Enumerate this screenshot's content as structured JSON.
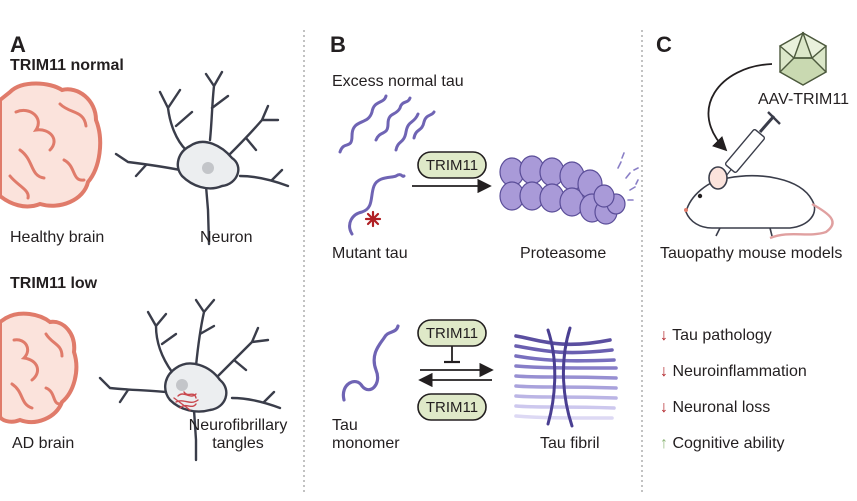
{
  "panels": {
    "a": {
      "letter": "A",
      "normal_heading": "TRIM11 normal",
      "healthy_brain": "Healthy brain",
      "neuron": "Neuron",
      "low_heading": "TRIM11 low",
      "ad_brain": "AD brain",
      "tangles_line1": "Neurofibrillary",
      "tangles_line2": "tangles"
    },
    "b": {
      "letter": "B",
      "excess_tau": "Excess normal tau",
      "mutant_tau": "Mutant tau",
      "trim11_degrade": "TRIM11",
      "proteasome": "Proteasome",
      "tau_monomer_line1": "Tau",
      "tau_monomer_line2": "monomer",
      "trim11_inhibit": "TRIM11",
      "trim11_disaggregate": "TRIM11",
      "tau_fibril": "Tau fibril"
    },
    "c": {
      "letter": "C",
      "aav": "AAV-TRIM11",
      "mouse_models": "Tauopathy mouse models",
      "effects": [
        {
          "arrow": "↓",
          "text": "Tau pathology"
        },
        {
          "arrow": "↓",
          "text": "Neuroinflammation"
        },
        {
          "arrow": "↓",
          "text": "Neuronal loss"
        },
        {
          "arrow": "↑",
          "text": "Cognitive ability"
        }
      ]
    }
  },
  "colors": {
    "brain_fill": "#fbe3dc",
    "brain_stroke": "#e07b6a",
    "neuron_fill": "#eceef0",
    "neuron_stroke": "#3a3d4a",
    "tau": "#6f64b4",
    "pill_fill": "#dfe9c8",
    "proteasome": "#a99ad8",
    "fibril": "#5b4fa0",
    "virus": "#dbe7c9",
    "mutation": "#b01f24",
    "down_arrow": "#b01f24",
    "up_arrow": "#8fb77a"
  }
}
